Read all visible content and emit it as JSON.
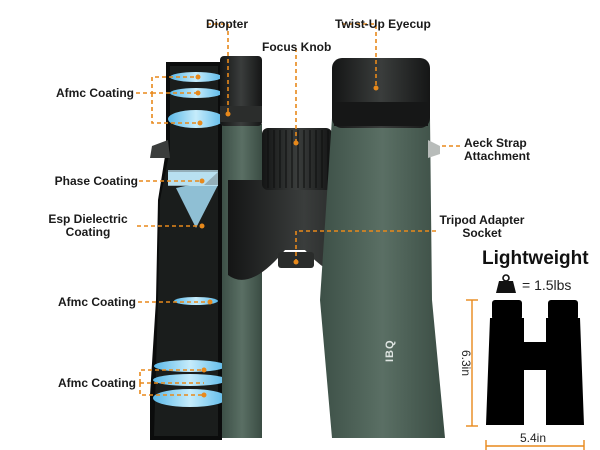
{
  "labels": {
    "diopter": "Diopter",
    "twist_up_eyecup": "Twist-Up Eyecup",
    "focus_knob": "Focus Knob",
    "afmc_coating_top": "Afmc Coating",
    "neck_strap_line1": "Aeck Strap",
    "neck_strap_line2": "Attachment",
    "phase_coating": "Phase Coating",
    "esp_line1": "Esp Dielectric",
    "esp_line2": "Coating",
    "tripod_line1": "Tripod Adapter",
    "tripod_line2": "Socket",
    "afmc_coating_mid": "Afmc Coating",
    "afmc_coating_bottom": "Afmc Coating"
  },
  "spec": {
    "title": "Lightweight",
    "weight": "= 1.5lbs",
    "height": "6.3in",
    "width": "5.4in"
  },
  "brand": "IBQ",
  "colors": {
    "callout_orange": "#e8891b",
    "body_green": "#4b5f55",
    "rubber_black": "#1d1f1e",
    "lens_blue": "#8fd2f2",
    "silhouette": "#000000"
  },
  "icons": [
    "weight-icon"
  ]
}
